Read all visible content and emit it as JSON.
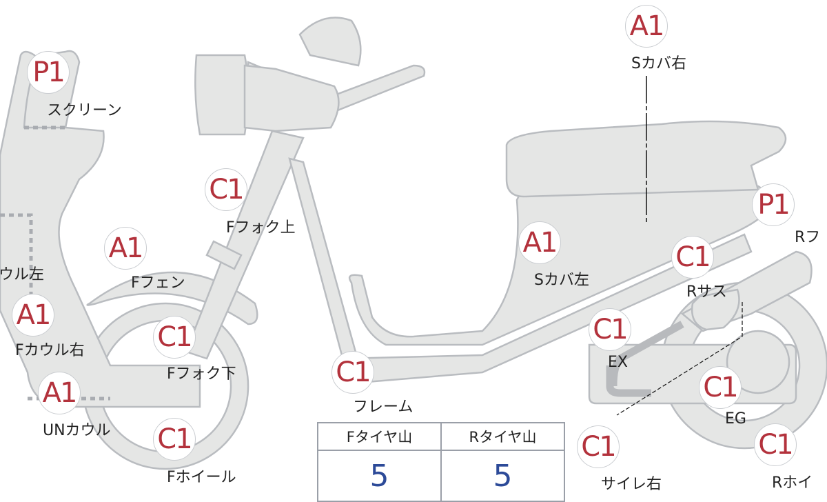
{
  "markers": [
    {
      "id": "screen",
      "grade": "P1",
      "label": "スクリーン"
    },
    {
      "id": "seat-cover-right",
      "grade": "A1",
      "label": "Sカバ右"
    },
    {
      "id": "fork-upper",
      "grade": "C1",
      "label": "Fフォク上"
    },
    {
      "id": "front-fender",
      "grade": "A1",
      "label": "Fフェン"
    },
    {
      "id": "seat-cover-left",
      "grade": "A1",
      "label": "Sカバ左"
    },
    {
      "id": "rear-fender",
      "grade": "P1",
      "label": "Rフ"
    },
    {
      "id": "rear-suspension",
      "grade": "C1",
      "label": "Rサス"
    },
    {
      "id": "front-cowl-left",
      "label": "ウル左"
    },
    {
      "id": "front-cowl-right",
      "grade": "A1",
      "label": "Fカウル右"
    },
    {
      "id": "fork-lower",
      "grade": "C1",
      "label": "Fフォク下"
    },
    {
      "id": "exhaust",
      "grade": "C1",
      "label": "EX"
    },
    {
      "id": "frame",
      "grade": "C1",
      "label": "フレーム"
    },
    {
      "id": "engine",
      "grade": "C1",
      "label": "EG"
    },
    {
      "id": "under-cowl",
      "grade": "A1",
      "label": "UNカウル"
    },
    {
      "id": "front-wheel",
      "grade": "C1",
      "label": "Fホイール"
    },
    {
      "id": "silencer-right",
      "grade": "C1",
      "label": "サイレ右"
    },
    {
      "id": "rear-wheel",
      "grade": "C1",
      "label": "Rホイ"
    }
  ],
  "tire_table": {
    "headers": [
      "Fタイヤ山",
      "Rタイヤ山"
    ],
    "values": [
      "5",
      "5"
    ]
  },
  "colors": {
    "part_fill": "#e5e6e5",
    "part_stroke": "#b9bcc0",
    "grade_text": "#b3323c",
    "value_text": "#2c4a98"
  }
}
